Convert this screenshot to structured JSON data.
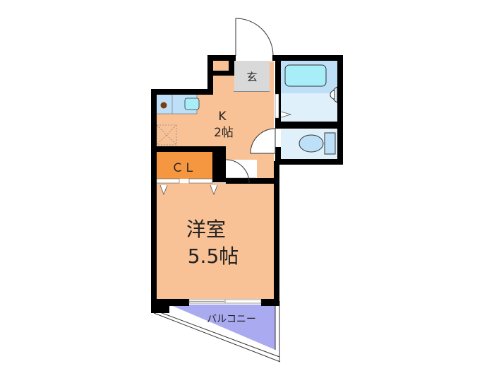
{
  "floorplan": {
    "rooms": {
      "genkan": {
        "label": "玄",
        "color": "#d9d9d9"
      },
      "kitchen": {
        "label_line1": "K",
        "label_line2": "2帖",
        "color": "#f8c196"
      },
      "closet": {
        "label": "ＣＬ",
        "color": "#f59640"
      },
      "western_room": {
        "label_line1": "洋室",
        "label_line2": "5.5帖",
        "color": "#f8c196"
      },
      "balcony": {
        "label": "バルコニー",
        "color": "#aaaaf0"
      },
      "bathroom": {
        "label": "",
        "color": "#dff0fb"
      },
      "toilet": {
        "label": "",
        "color": "#dff0fb"
      }
    },
    "colors": {
      "wall": "#000000",
      "bathtub": "#a8eef8",
      "fixture": "#bde0f8",
      "stove_burner": "#7a3b10"
    }
  }
}
